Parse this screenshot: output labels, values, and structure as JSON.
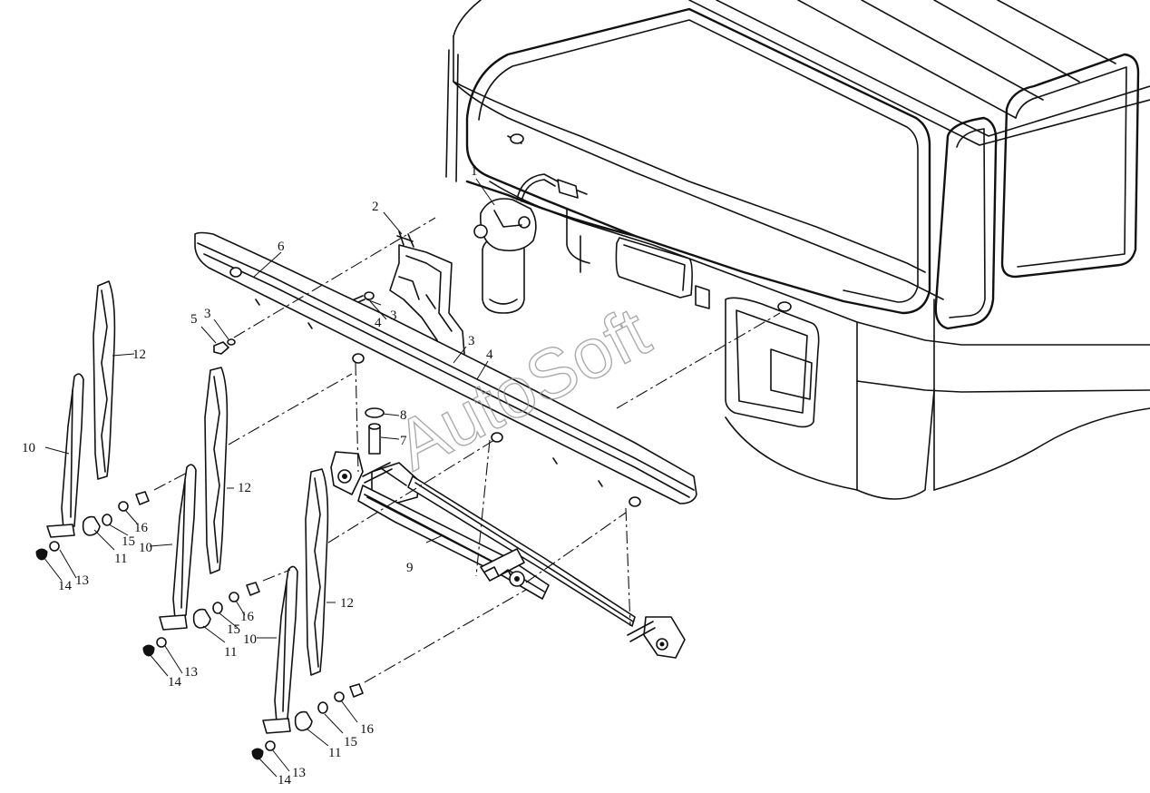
{
  "watermark": "AutoSoft",
  "callouts": {
    "c1": "1",
    "c2": "2",
    "c3a": "3",
    "c3b": "3",
    "c3c": "3",
    "c4a": "4",
    "c4b": "4",
    "c5": "5",
    "c6": "6",
    "c7": "7",
    "c8": "8",
    "c9": "9",
    "c10a": "10",
    "c10b": "10",
    "c10c": "10",
    "c11a": "11",
    "c11b": "11",
    "c11c": "11",
    "c12a": "12",
    "c12b": "12",
    "c12c": "12",
    "c13a": "13",
    "c13b": "13",
    "c13c": "13",
    "c14a": "14",
    "c14b": "14",
    "c14c": "14",
    "c15a": "15",
    "c15b": "15",
    "c15c": "15",
    "c16a": "16",
    "c16b": "16",
    "c16c": "16"
  }
}
